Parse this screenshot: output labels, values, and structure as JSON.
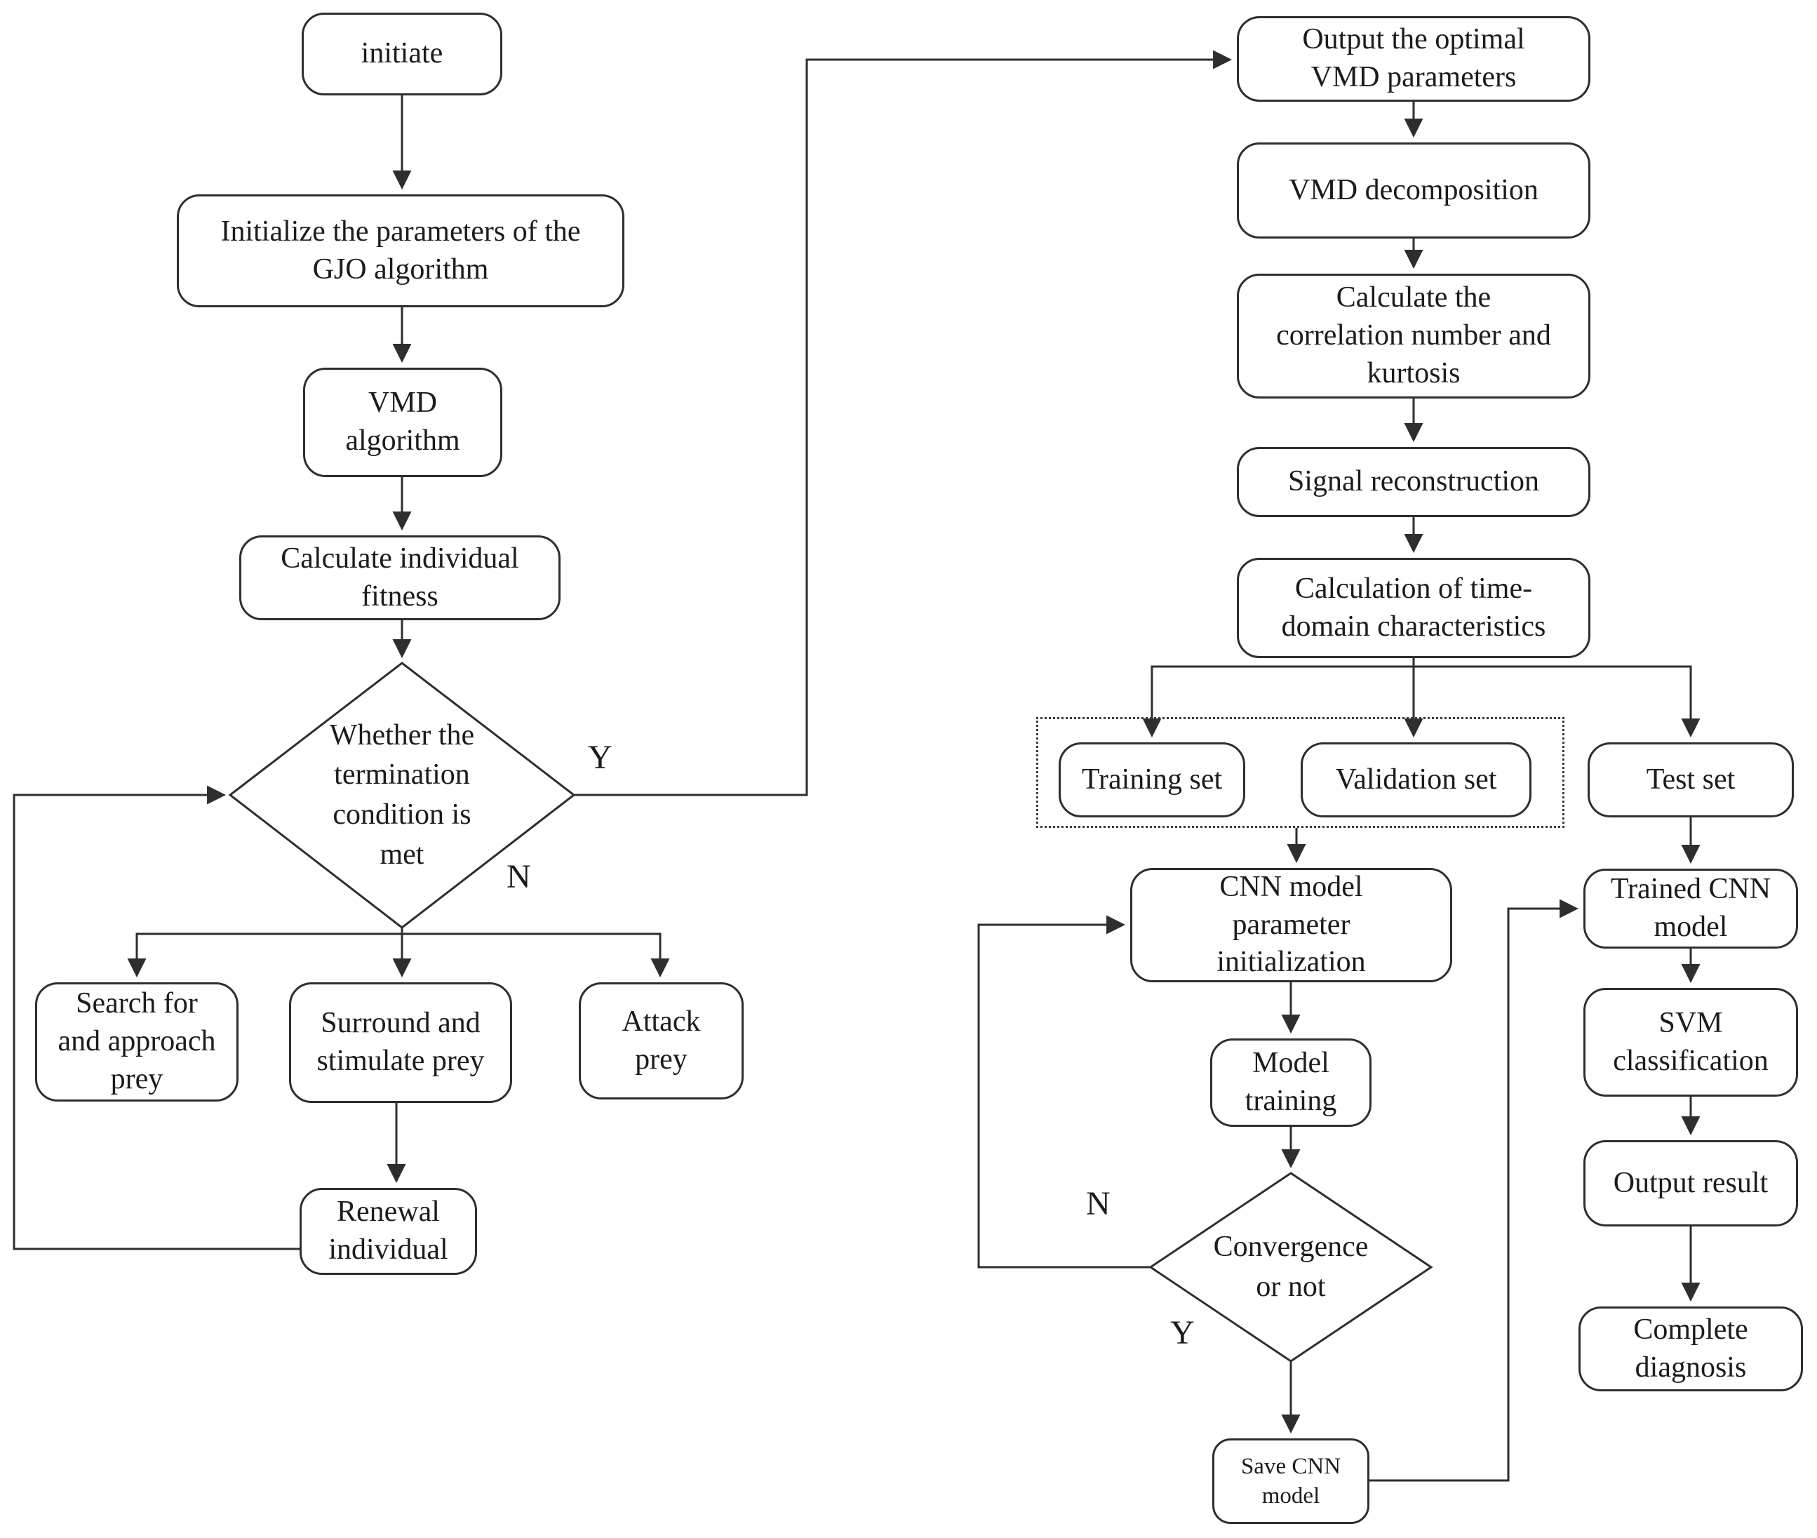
{
  "figure": {
    "background_color": "#ffffff",
    "line_color": "#2e2e2e",
    "text_color": "#1c1c1c"
  },
  "nodes": {
    "initiate": {
      "label": "initiate"
    },
    "init_gjo": {
      "label": "Initialize the parameters of the\nGJO algorithm"
    },
    "vmd_algorithm": {
      "label": "VMD\nalgorithm"
    },
    "calc_fitness": {
      "label": "Calculate individual\nfitness"
    },
    "termination_decision": {
      "label": "Whether the\ntermination\ncondition is\nmet"
    },
    "search_prey": {
      "label": "Search for\nand approach\nprey"
    },
    "surround_prey": {
      "label": "Surround and\nstimulate prey"
    },
    "attack_prey": {
      "label": "Attack\nprey"
    },
    "renewal": {
      "label": "Renewal\nindividual"
    },
    "output_vmd": {
      "label": "Output the optimal\nVMD parameters"
    },
    "vmd_decomposition": {
      "label": "VMD decomposition"
    },
    "calc_correlation": {
      "label": "Calculate the\ncorrelation number and\nkurtosis"
    },
    "signal_reconstruction": {
      "label": "Signal reconstruction"
    },
    "calc_time_domain": {
      "label": "Calculation of time-\ndomain characteristics"
    },
    "training_set": {
      "label": "Training set"
    },
    "validation_set": {
      "label": "Validation set"
    },
    "test_set": {
      "label": "Test set"
    },
    "cnn_init": {
      "label": "CNN model\nparameter\ninitialization"
    },
    "model_training": {
      "label": "Model\ntraining"
    },
    "convergence_decision": {
      "label": "Convergence\nor not"
    },
    "save_cnn": {
      "label": "Save CNN\nmodel"
    },
    "trained_cnn": {
      "label": "Trained CNN\nmodel"
    },
    "svm_classification": {
      "label": "SVM\nclassification"
    },
    "output_result": {
      "label": "Output result"
    },
    "complete_diagnosis": {
      "label": "Complete\ndiagnosis"
    }
  },
  "edge_labels": {
    "termination_yes": "Y",
    "termination_no": "N",
    "convergence_no": "N",
    "convergence_yes": "Y"
  }
}
